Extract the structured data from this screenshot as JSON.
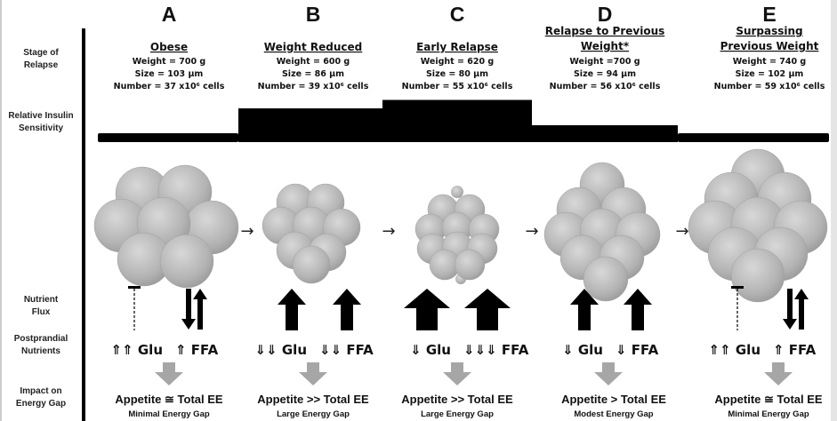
{
  "row_labels": [
    [
      "Stage of",
      "Relapse"
    ],
    [
      "Relative Insulin",
      "Sensitivity"
    ],
    [
      "Nutrient",
      "Flux"
    ],
    [
      "Postprandial",
      "Nutrients"
    ],
    [
      "Impact on",
      "Energy Gap"
    ]
  ],
  "colors": {
    "cell": "#b5b5b5",
    "gray_arrow": "#a6a6a6",
    "ink": "#000000"
  },
  "flow_arrow": "→",
  "columns": [
    {
      "letter": "A",
      "stage": [
        "Obese"
      ],
      "weight": "Weight = 700 g",
      "size": "Size = 103 µm",
      "number": "Number = 37 x10⁶ cells",
      "insulin_sensitivity": 1,
      "glu": "⇑⇑ Glu",
      "ffa": "⇑ FFA",
      "impact": "Appetite ≅ Total EE",
      "gap": "Minimal Energy Gap"
    },
    {
      "letter": "B",
      "stage": [
        "Weight Reduced"
      ],
      "weight": "Weight = 600 g",
      "size": "Size =  86 µm",
      "number": "Number = 39 x10⁶ cells",
      "insulin_sensitivity": 4,
      "glu": "⇓⇓ Glu",
      "ffa": "⇓⇓ FFA",
      "impact": "Appetite >> Total EE",
      "gap": "Large Energy Gap"
    },
    {
      "letter": "C",
      "stage": [
        "Early Relapse"
      ],
      "weight": "Weight = 620 g",
      "size": "Size = 80 µm",
      "number": "Number = 55 x10⁶ cells",
      "insulin_sensitivity": 5,
      "glu": "⇓ Glu",
      "ffa": "⇓⇓⇓ FFA",
      "impact": "Appetite >> Total EE",
      "gap": "Large Energy Gap"
    },
    {
      "letter": "D",
      "stage": [
        "Relapse to Previous",
        "Weight*"
      ],
      "weight": "Weight =700 g",
      "size": "Size = 94 µm",
      "number": "Number = 56 x10⁶ cells",
      "insulin_sensitivity": 2,
      "glu": "⇓ Glu",
      "ffa": "⇓ FFA",
      "impact": "Appetite > Total EE",
      "gap": "Modest Energy Gap"
    },
    {
      "letter": "E",
      "stage": [
        "Surpassing",
        "Previous Weight"
      ],
      "weight": "Weight = 740 g",
      "size": "Size = 102 µm",
      "number": "Number = 59 x10⁶ cells",
      "insulin_sensitivity": 1,
      "glu": "⇑⇑ Glu",
      "ffa": "⇑ FFA",
      "impact": "Appetite ≅ Total EE",
      "gap": "Minimal Energy Gap"
    }
  ]
}
